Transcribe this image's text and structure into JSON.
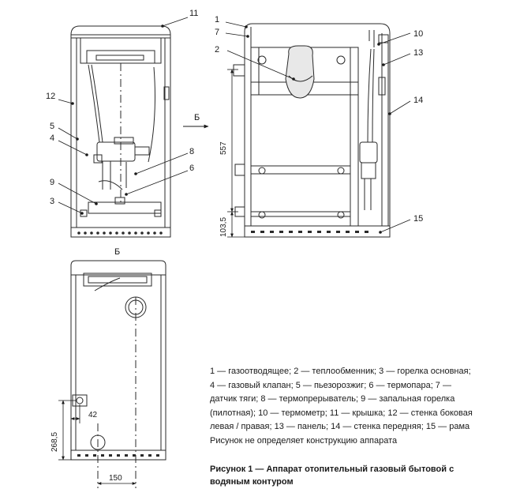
{
  "labels": {
    "n1": "1",
    "n2": "2",
    "n3": "3",
    "n4": "4",
    "n5": "5",
    "n6": "6",
    "n7": "7",
    "n8": "8",
    "n9": "9",
    "n10": "10",
    "n11": "11",
    "n12": "12",
    "n13": "13",
    "n14": "14",
    "n15": "15",
    "n1r": "1",
    "n2r": "2",
    "b_arrow": "Б",
    "b_view": "Б"
  },
  "dimensions": {
    "height_557": "557",
    "height_103_5": "103,5",
    "height_268_5": "268,5",
    "width_42": "42",
    "width_150": "150"
  },
  "legend": {
    "line1": "1 — газоотводящее; 2 — теплообменник; 3 — горелка основная;",
    "line2": "4 — газовый клапан; 5 — пьезорозжиг; 6 — термопара; 7 —",
    "line3": "датчик тяги; 8 — термопрерыватель;  9 — запальная горелка",
    "line4": "(пилотная); 10 — термометр; 11 — крышка; 12 — стенка боковая",
    "line5": "левая / правая; 13 — панель; 14 — стенка передняя; 15 — рама",
    "line6": "Рисунок не определяет конструкцию аппарата"
  },
  "caption": {
    "line1": "Рисунок 1 — Аппарат отопительный газовый бытовой с",
    "line2": "водяным контуром"
  }
}
